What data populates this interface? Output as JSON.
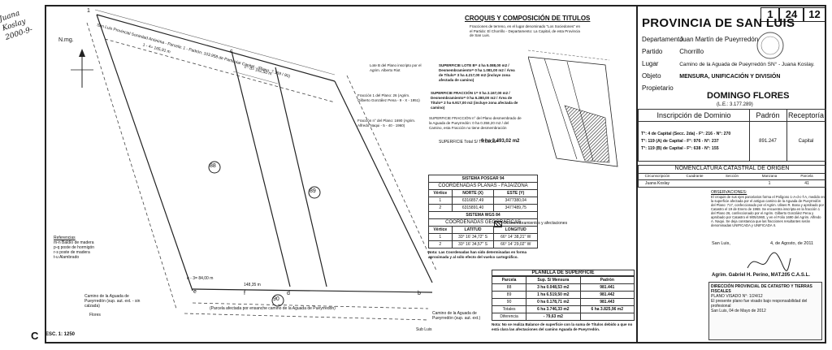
{
  "margin_note": "Juana Koslay 2000-9-",
  "sheet": {
    "cells": [
      "1",
      "24",
      "12"
    ]
  },
  "header": {
    "province": "PROVINCIA DE SAN LUIS",
    "fields": [
      {
        "label": "Departamento",
        "value": "Juan Martín de Pueyrredón"
      },
      {
        "label": "Partido",
        "value": "Chorrillo"
      },
      {
        "label": "Lugar",
        "value": "Camino de la Aguada de Pueyrredón SN° - Juana Koslay."
      },
      {
        "label": "Objeto",
        "value": "MENSURA, UNIFICACIÓN Y DIVISIÓN"
      },
      {
        "label": "Propietario",
        "value": ""
      }
    ],
    "owner": "DOMINGO FLORES",
    "owner_le": "(L.E.: 3.177.289)"
  },
  "dominio_table": {
    "headers": [
      "Inscripción de Dominio",
      "Padrón",
      "Receptoría"
    ],
    "rows": [
      "T°: 4 de Capital (Secc. 2da) - F°: 216 - N°: 270",
      "T°: 119 (A) de Capital - F°: 976 - N°: 237",
      "T°: 119 (B) de Capital - F°: 638 - N°: 155"
    ],
    "padron": "891.247",
    "receptoria": "Capital"
  },
  "nomenclatura": {
    "title": "NOMENCLATURA CATASTRAL DE ORIGEN",
    "headers": [
      "Circunscripción",
      "Cuadrante",
      "Sección",
      "Manzana",
      "Parcela"
    ],
    "values": [
      "Juana Koslay",
      "",
      "",
      "1",
      "41"
    ]
  },
  "observaciones": {
    "title": "OBSERVACIONES:",
    "text": "El croquis de sus ejes parcelarios forma el Polígono 1-A-d-c-f-A, medido en la superficie afectada por el antiguo camino de la Aguada de Pueyrredón del Plano: 717, confeccionado por el Agrim. Ulises R. Bona y aprobado por Catastro el 19 de Enero de 1968. Se encuentra inscripta en la fracción 1 del Plano 26, confeccionado por el Agrim. Gilberto González Pena y aprobado por Catastro el 9/05/1960, y en el Folio 1690 del Agrim. Alfredo A. Naqui. Se deja constancia que las fracciones resultantes serán denominadas UNIFICADA y UNIFICADA II."
  },
  "signature": {
    "place": "San Luis,",
    "date_text": "4, de Agosto, de 2011",
    "name": "Agrim. Gabriel H. Perino, MAT.205 C.A.S.L."
  },
  "stamp": {
    "title": "DIRECCIÓN PROVINCIAL DE CATASTRO Y TIERRAS FISCALES",
    "lines": [
      "PLANO VISADO N°: 1/24/12",
      "El presente plano fue visado bajo responsabilidad del profesional",
      "San Luis, 04 de Mayo de 2012"
    ]
  },
  "croquis": {
    "title": "CROQUIS Y COMPOSICIÓN DE TITULOS",
    "intro": "Fracciones de terreno, en el lugar denominado \"Los Sociedones\" en el Partido: El Chorrillo - Departamento: La Capital, de esta Provincia de San Luis.",
    "items": [
      {
        "label": "Lote B del Plano inscripto por el Agrim. Alberto Riot",
        "detail": "SUPERFICIE LOTE B= 4 ha 5.088,00 m2 / Desmembramiento= 0 ha 1.081,00 m2 / Área de Título= 3 ha 4.217,00 m2 (incluye zona afectada de camino)"
      },
      {
        "label": "Fracción 1 del Plano: 26 (Agrim. Gilberto González Pena - 9 - X - 1951)",
        "detail": "SUPERFICIE FRACCIÓN 1= 0 ha 2.167,00 m2 / Desmembramiento= 0 ha 6.280,00 m2 / Área de Título= 2 ha 6.917,00 m2 (incluye zona afectada de camino)"
      },
      {
        "label": "Fracción n° del Plano: 1690 (Agrim. Alfredo Naqui - 5 - 40 - 1960)",
        "detail": "SUPERFICIE FRACCIÓN n° del Plano desmembrado de la Aguada de Pueyrredón: 0 ha 0.358,20 m2 / del Camino, esta Fracción no tiene desmembración"
      }
    ],
    "total_label": "SUPERFICIE Total S/ TÍTULOS=",
    "total_value": "6 ha 3.493,02 m2",
    "legend_label": "Desmembramientos y afectaciones"
  },
  "posgar": {
    "title": "SISTEMA POSGAR 94",
    "subtitle": "COORDENADAS PLANAS - FAJA/ZONA",
    "headers": [
      "Vértice",
      "NORTE (X)",
      "ESTE (Y)"
    ],
    "rows": [
      [
        "1",
        "6316857,49",
        "3477380,04"
      ],
      [
        "2",
        "6315891,40",
        "3477489,75"
      ]
    ],
    "wgs_title": "SISTEMA WGS 84",
    "wgs_subtitle": "COORDENADAS GEOGRÁFICAS",
    "wgs_headers": [
      "Vértice",
      "LATITUD",
      "LONGITUD"
    ],
    "wgs_rows": [
      [
        "1",
        "33° 16' 34,72\" S",
        "66° 14' 38,21\" W"
      ],
      [
        "2",
        "33° 16' 34,57\" S",
        "66° 14' 29,02\" W"
      ]
    ],
    "note": "Nota: Las Coordenadas han sido determinadas en forma aproximada y al sólo efecto del vuelco cartográfico."
  },
  "planilla": {
    "title": "PLANILLA DE SUPERFICIE",
    "headers": [
      "Parcela",
      "Sup. S/ Mensura",
      "Padrón"
    ],
    "rows": [
      {
        "parcela": "88",
        "sup": "3 ha 0.048,53 m2",
        "padron": "981.441"
      },
      {
        "parcela": "89",
        "sup": "1 ha 6.519,50 m2",
        "padron": "981.442"
      },
      {
        "parcela": "90",
        "sup": "0 ha 0.178,71 m2",
        "padron": "981.443"
      }
    ],
    "total_label": "Totales",
    "total": "6 ha 3.746,33 m2",
    "total2": "6 ha 3.825,96 m2",
    "diff_label": "Diferencia",
    "diff": "- 79,63 m2",
    "note": "Nota: No se realiza Balance de superficie con la suma de Títulos debido a que no está clara las afectaciones del camino Aguada de Pueyrredón."
  },
  "map": {
    "north_label": "N.mg.",
    "parcel_labels": [
      "88",
      "89",
      "90"
    ],
    "vertices": [
      "1",
      "b",
      "c",
      "d",
      "e",
      "f"
    ],
    "scale": "ESC. 1: 1250",
    "sheet_letter": "C",
    "top_road": "San Luis Provincial Sociedad Anónima - Parcela: 1 - Padrón: 103.958 de Particular Capital - (Plano: 7.169 / 90)",
    "bottom_road": "Camino de la Aguada de Pueyrredón (sup. aut. ext. - sin calzada)",
    "bottom_right_road": "Camino de la Aguada de Pueyrredón (sup. aut. ext.)",
    "affect_note": "(Parcela afectada por ensanche camino de la Aguada de Pueyrredón)",
    "referencias_title": "Referencias",
    "referencias": [
      "m-n Baldío de madera",
      "p-q poste de hormigón",
      "r-s poste de madera",
      "t-u Alambrado"
    ],
    "dims": [
      "1 - 4= 165,91 m",
      "c - d= 162,50 m",
      "148,35 m",
      "e - 3= 84,00 m"
    ],
    "bottom_left": "Flores",
    "bottom_mid": "Sub Luis"
  }
}
